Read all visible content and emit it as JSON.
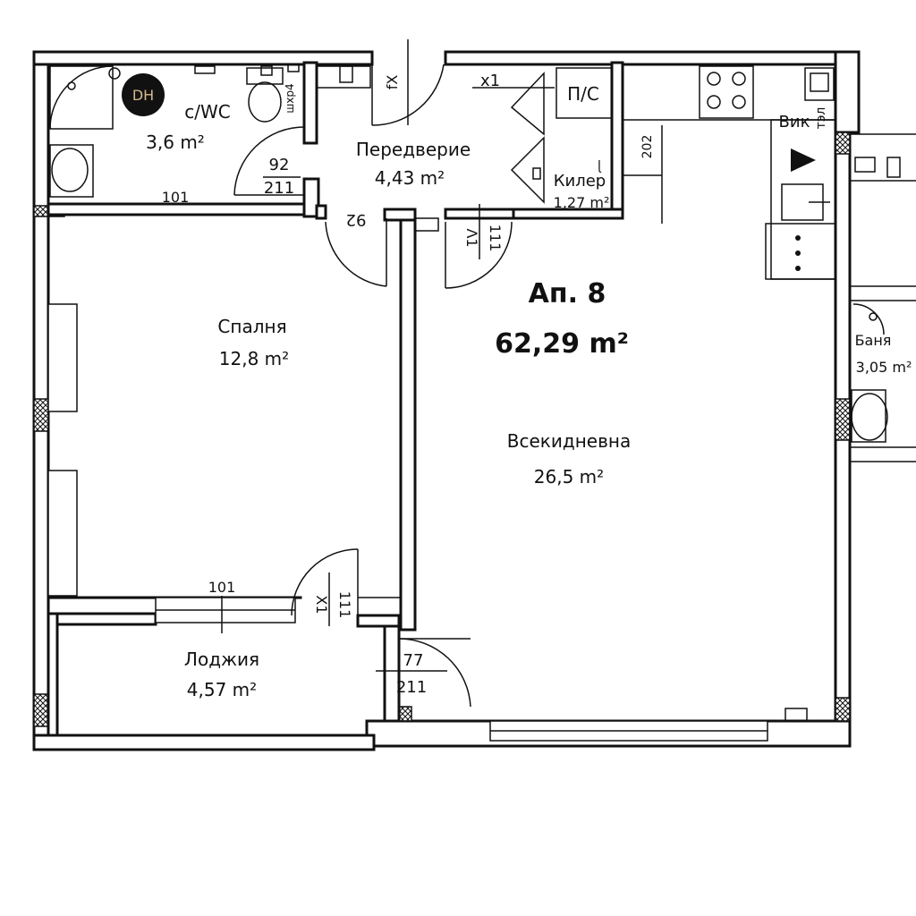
{
  "apartment": {
    "title": "Ап. 8",
    "total_area": "62,29 m²"
  },
  "rooms": {
    "wc": {
      "name": "с/WC",
      "area": "3,6 m²"
    },
    "hall": {
      "name": "Передверие",
      "area": "4,43 m²"
    },
    "pantry": {
      "name": "Килер",
      "area": "1,27 m²"
    },
    "bedroom": {
      "name": "Спалня",
      "area": "12,8 m²"
    },
    "living": {
      "name": "Всекидневна",
      "area": "26,5 m²"
    },
    "loggia": {
      "name": "Лоджия",
      "area": "4,57 m²"
    },
    "bath": {
      "name": "Баня",
      "area": "3,05 m²"
    }
  },
  "labels": {
    "ventilation": "П/С",
    "kitchen_label": "Вик",
    "kitchen_code": "тэл",
    "wc_tag": "шхр4",
    "pantry_code": "x1",
    "door_tag_pantry": "ɭ"
  },
  "dimensions": {
    "wc_door_width": "92",
    "wc_door_height": "211",
    "wc_wall": "101",
    "bedroom_door_width": "92",
    "entry_door_marks": "fX",
    "hall_wall_marks": [
      "Λ1",
      "111"
    ],
    "kitchen_wall": "202",
    "bedroom_window": "101",
    "loggia_door_marks": [
      "X1",
      "111"
    ],
    "living_door_width": "77",
    "living_door_height": "211"
  },
  "logo": {
    "text": "DH"
  }
}
